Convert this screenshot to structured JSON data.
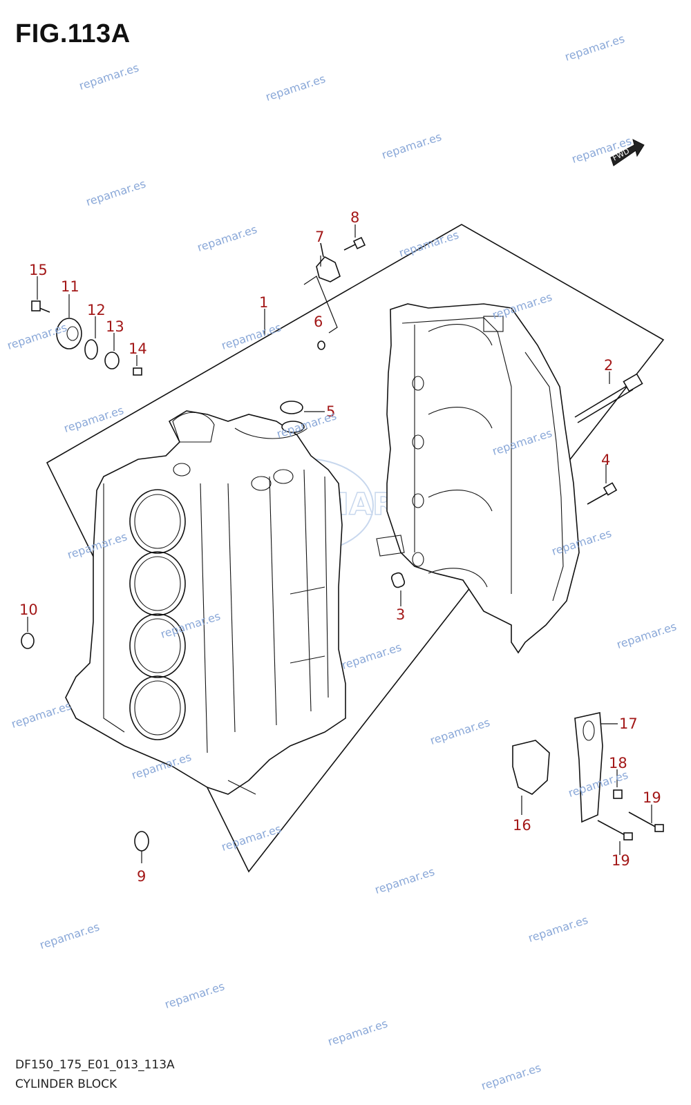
{
  "figure": {
    "title": "FIG.113A"
  },
  "footer": {
    "code": "DF150_175_E01_013_113A",
    "name": "CYLINDER BLOCK"
  },
  "fwd_label": "FWD",
  "watermark": "repamar.es",
  "watermark_logo": "REPAMAR",
  "callouts": [
    "1",
    "2",
    "3",
    "4",
    "5",
    "6",
    "7",
    "8",
    "9",
    "10",
    "11",
    "12",
    "13",
    "14",
    "15",
    "16",
    "17",
    "18",
    "19",
    "19"
  ],
  "colors": {
    "callout": "#a31818",
    "watermark": "#8aa8d8",
    "line": "#111111"
  }
}
